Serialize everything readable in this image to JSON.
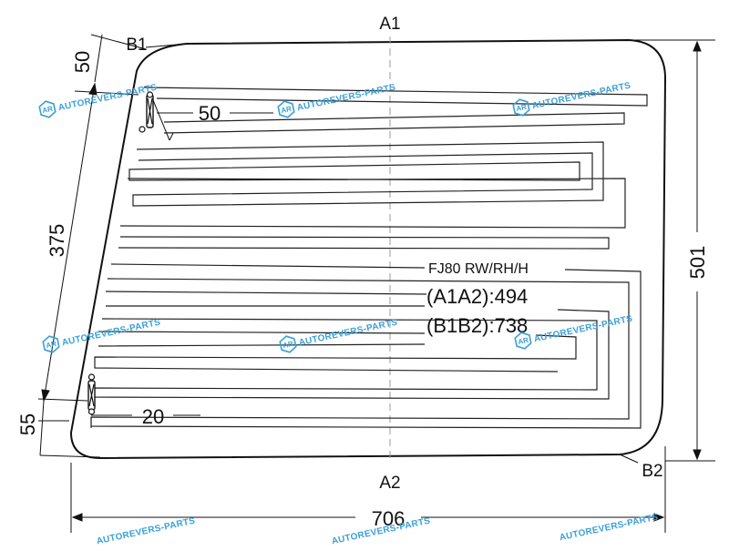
{
  "diagram": {
    "points": {
      "a1": "A1",
      "a2": "A2",
      "b1": "B1",
      "b2": "B2"
    },
    "dimensions": {
      "width": "706",
      "height_right": "501",
      "height_left": "375",
      "top_left_offset": "50",
      "bottom_left_offset": "55",
      "top_terminal": "50",
      "bottom_terminal": "20"
    },
    "info": {
      "model": "FJ80 RW/RH/H",
      "a1a2": "(A1A2):494",
      "b1b2": "(B1B2):738"
    }
  },
  "watermark": {
    "text": "AUTOREVERS-PARTS",
    "logo": "AR",
    "color": "#3aa0d8"
  }
}
